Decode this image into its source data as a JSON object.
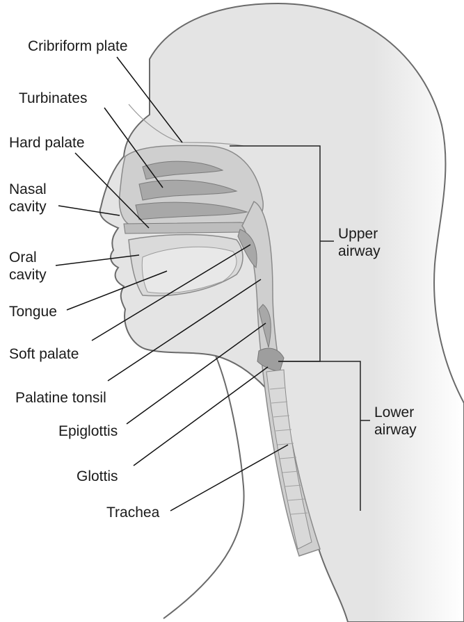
{
  "labels": {
    "cribriform_plate": "Cribriform plate",
    "turbinates": "Turbinates",
    "hard_palate": "Hard palate",
    "nasal_cavity": "Nasal\ncavity",
    "oral_cavity": "Oral\ncavity",
    "tongue": "Tongue",
    "soft_palate": "Soft palate",
    "palatine_tonsil": "Palatine tonsil",
    "epiglottis": "Epiglottis",
    "glottis": "Glottis",
    "trachea": "Trachea",
    "upper_airway": "Upper\nairway",
    "lower_airway": "Lower\nairway"
  },
  "colors": {
    "head_fill": "#e4e4e4",
    "head_outline": "#6a6a6a",
    "airway_fill": "#cfcfcf",
    "airway_dark": "#9e9e9e",
    "label_text": "#1a1a1a"
  }
}
